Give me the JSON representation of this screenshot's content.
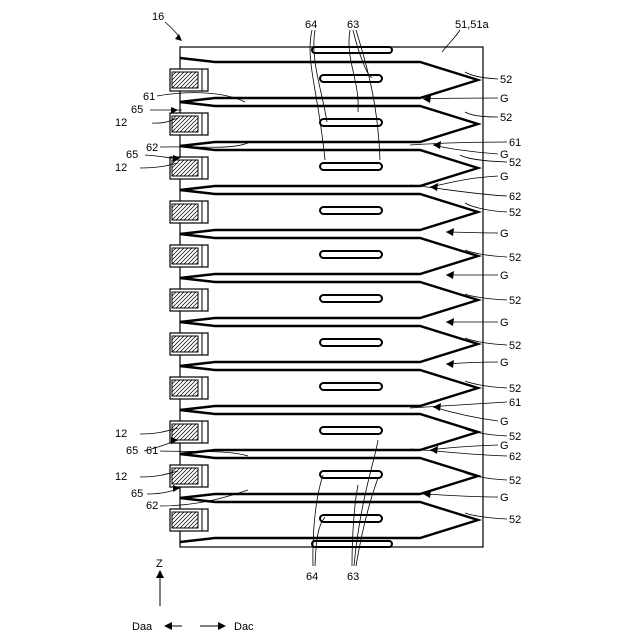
{
  "figure_label": "16",
  "plate_label": "51,51a",
  "axis": {
    "z_label": "Z",
    "left_label": "Daa",
    "right_label": "Dac"
  },
  "top_labels": {
    "left": "64",
    "right": "63"
  },
  "bottom_labels": {
    "left": "64",
    "right": "63"
  },
  "left_labels": [
    {
      "id": "l61a",
      "text": "61"
    },
    {
      "id": "l65a",
      "text": "65"
    },
    {
      "id": "l12a",
      "text": "12"
    },
    {
      "id": "l62a",
      "text": "62"
    },
    {
      "id": "l65b",
      "text": "65"
    },
    {
      "id": "l12b",
      "text": "12"
    },
    {
      "id": "l12c",
      "text": "12"
    },
    {
      "id": "l65c",
      "text": "65"
    },
    {
      "id": "l61b",
      "text": "61"
    },
    {
      "id": "l12d",
      "text": "12"
    },
    {
      "id": "l65d",
      "text": "65"
    },
    {
      "id": "l62b",
      "text": "62"
    }
  ],
  "right_labels": [
    {
      "id": "r52a",
      "text": "52"
    },
    {
      "id": "rGa",
      "text": "G"
    },
    {
      "id": "r52b",
      "text": "52"
    },
    {
      "id": "r61a",
      "text": "61"
    },
    {
      "id": "rGb",
      "text": "G"
    },
    {
      "id": "r52c",
      "text": "52"
    },
    {
      "id": "rGc",
      "text": "G"
    },
    {
      "id": "r62a",
      "text": "62"
    },
    {
      "id": "r52d",
      "text": "52"
    },
    {
      "id": "rGd",
      "text": "G"
    },
    {
      "id": "r52e",
      "text": "52"
    },
    {
      "id": "rGe",
      "text": "G"
    },
    {
      "id": "r52f",
      "text": "52"
    },
    {
      "id": "rGf",
      "text": "G"
    },
    {
      "id": "r52g",
      "text": "52"
    },
    {
      "id": "rGg",
      "text": "G"
    },
    {
      "id": "r52h",
      "text": "52"
    },
    {
      "id": "r61b",
      "text": "61"
    },
    {
      "id": "rGh",
      "text": "G"
    },
    {
      "id": "r52i",
      "text": "52"
    },
    {
      "id": "rGi",
      "text": "G"
    },
    {
      "id": "r62b",
      "text": "62"
    },
    {
      "id": "r52j",
      "text": "52"
    },
    {
      "id": "rGj",
      "text": "G"
    },
    {
      "id": "r52k",
      "text": "52"
    }
  ]
}
